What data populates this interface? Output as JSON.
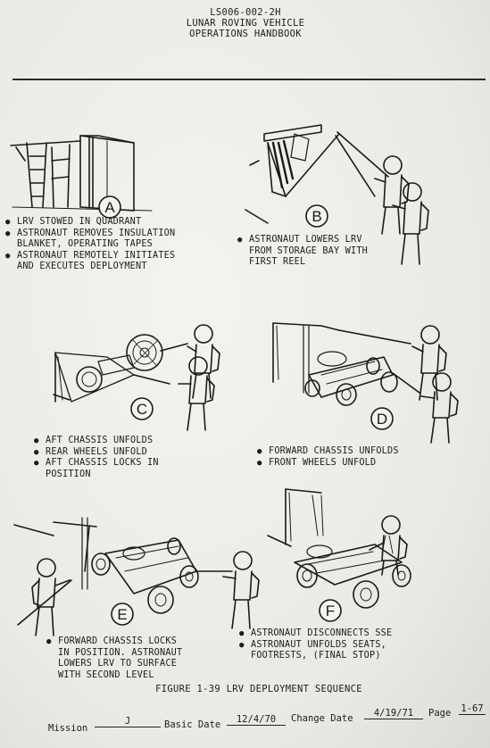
{
  "header": {
    "doc_number": "LS006-002-2H",
    "title": "LUNAR ROVING VEHICLE",
    "subtitle": "OPERATIONS HANDBOOK"
  },
  "panels": [
    {
      "letter": "A",
      "bullets": [
        [
          "LRV STOWED IN QUADRANT"
        ],
        [
          "ASTRONAUT REMOVES INSULATION",
          "BLANKET, OPERATING TAPES"
        ],
        [
          "ASTRONAUT REMOTELY INITIATES",
          "AND EXECUTES DEPLOYMENT"
        ]
      ]
    },
    {
      "letter": "B",
      "bullets": [
        [
          "ASTRONAUT LOWERS LRV",
          "FROM STORAGE BAY WITH",
          "FIRST REEL"
        ]
      ]
    },
    {
      "letter": "C",
      "bullets": [
        [
          "AFT CHASSIS UNFOLDS"
        ],
        [
          "REAR WHEELS UNFOLD"
        ],
        [
          "AFT CHASSIS LOCKS IN",
          "POSITION"
        ]
      ]
    },
    {
      "letter": "D",
      "bullets": [
        [
          "FORWARD CHASSIS UNFOLDS"
        ],
        [
          "FRONT WHEELS UNFOLD"
        ]
      ]
    },
    {
      "letter": "E",
      "bullets": [
        [
          "FORWARD CHASSIS LOCKS",
          "IN POSITION.  ASTRONAUT",
          "LOWERS LRV TO SURFACE",
          "WITH SECOND LEVEL"
        ]
      ]
    },
    {
      "letter": "F",
      "bullets": [
        [
          "ASTRONAUT DISCONNECTS SSE"
        ],
        [
          "ASTRONAUT UNFOLDS SEATS,",
          "FOOTRESTS, (FINAL STOP)"
        ]
      ]
    }
  ],
  "bullet_glyph": "●",
  "figure_caption": "FIGURE 1-39   LRV DEPLOYMENT SEQUENCE",
  "footer": {
    "mission_label": "Mission",
    "mission_value": "J",
    "basic_date_label": "Basic Date",
    "basic_date_value": "12/4/70",
    "change_date_label": "Change Date",
    "change_date_value": "4/19/71",
    "page_label": "Page",
    "page_value": "1-67"
  }
}
